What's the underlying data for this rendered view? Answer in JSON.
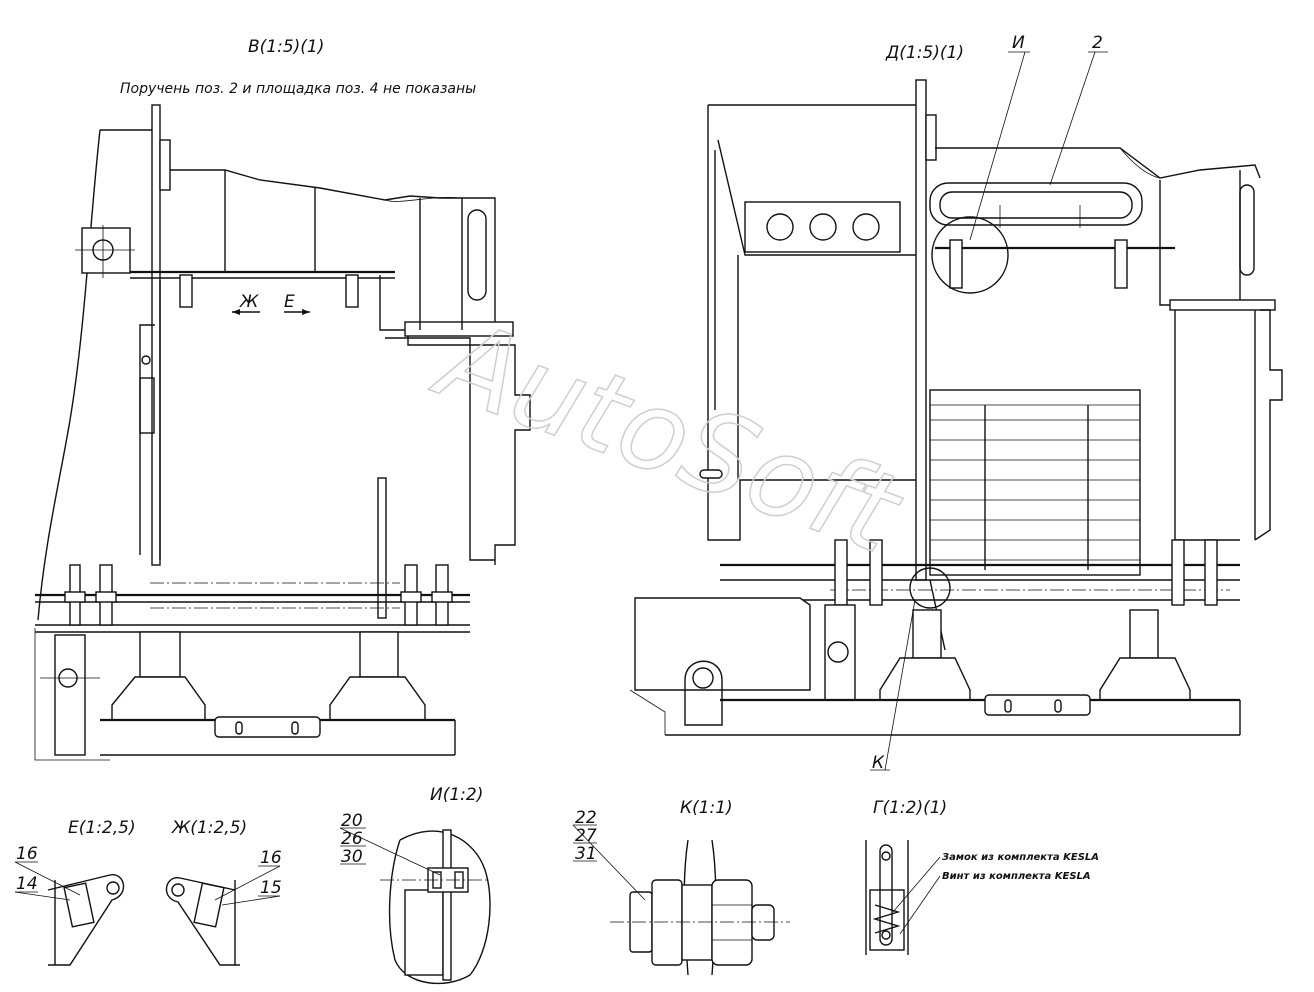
{
  "views": {
    "v_title": "В(1:5)(1)",
    "v_note": "Поручень поз. 2 и площадка поз. 4 не показаны",
    "d_title": "Д(1:5)(1)",
    "e_title": "Е(1:2,5)",
    "zh_title": "Ж(1:2,5)",
    "i_title": "И(1:2)",
    "k_title": "К(1:1)",
    "g_title": "Г(1:2)(1)"
  },
  "callouts": {
    "i": "И",
    "two": "2",
    "k": "К",
    "zh_arrow": "Ж",
    "e_arrow": "Е",
    "n16a": "16",
    "n14": "14",
    "n16b": "16",
    "n15": "15",
    "n20": "20",
    "n26": "26",
    "n30": "30",
    "n22": "22",
    "n27": "27",
    "n31": "31"
  },
  "notes": {
    "lock": "Замок из комплекта KESLA",
    "screw": "Винт из комплекта KESLA"
  },
  "watermark": "AutoSoft"
}
